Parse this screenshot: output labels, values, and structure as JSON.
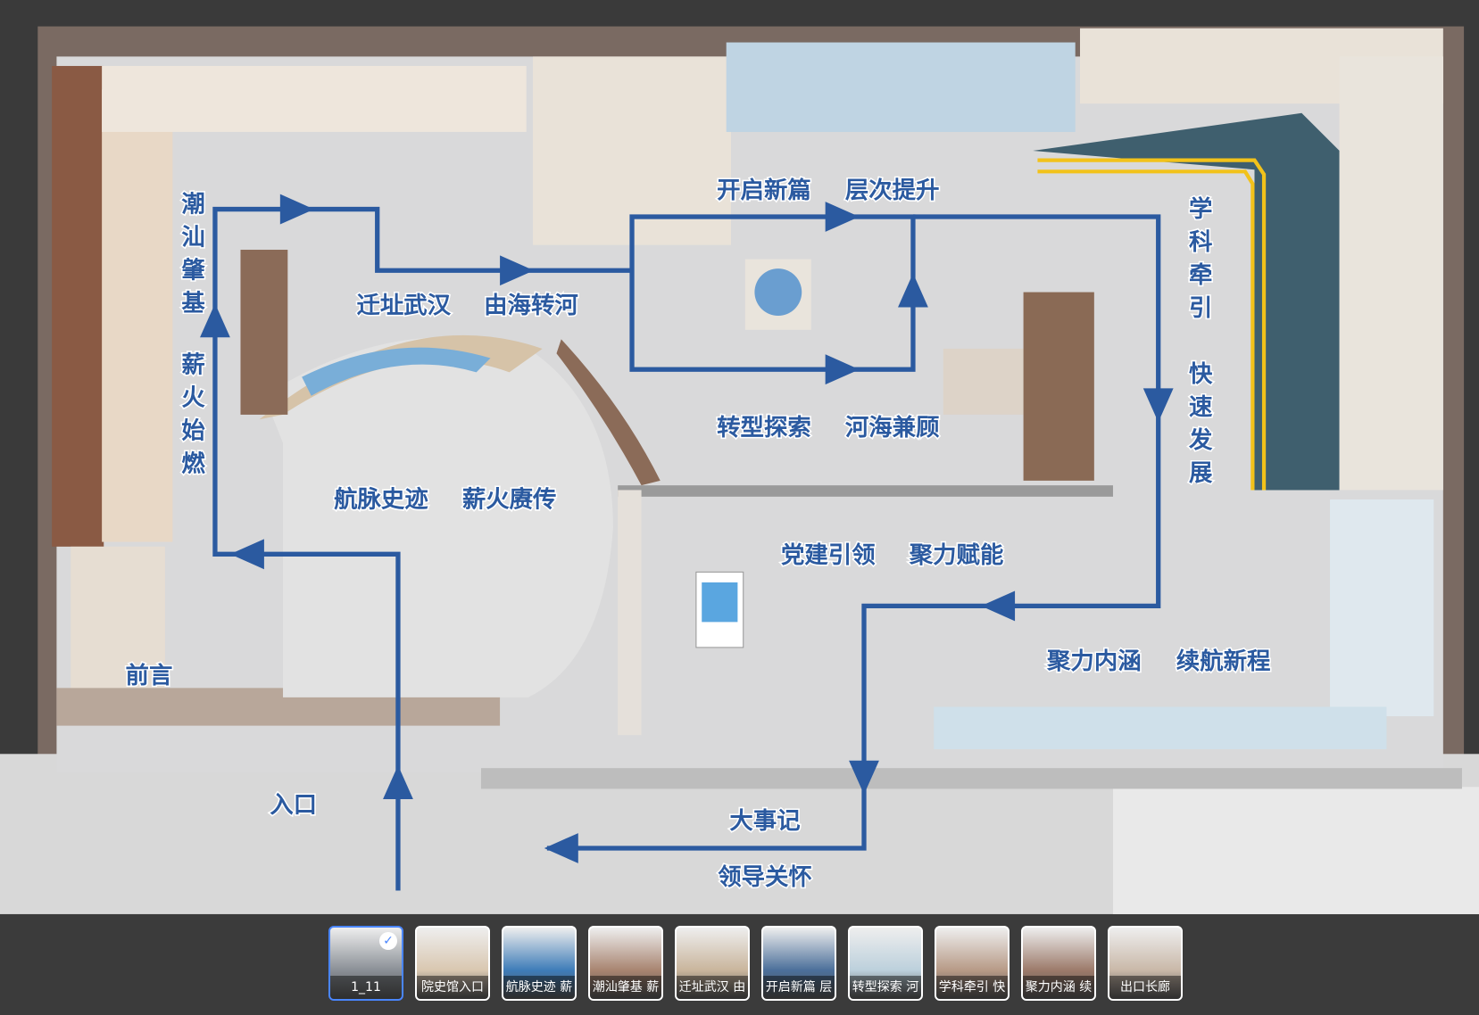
{
  "map": {
    "labels": {
      "kaiqi": "开启新篇",
      "cengci": "层次提升",
      "xueke": [
        "学",
        "科",
        "牵",
        "引"
      ],
      "kuaisu": [
        "快",
        "速",
        "发",
        "展"
      ],
      "chaoshan": [
        "潮",
        "汕",
        "肇",
        "基"
      ],
      "xinhuo": [
        "薪",
        "火",
        "始",
        "燃"
      ],
      "qianzhi": "迁址武汉",
      "youhai": "由海转河",
      "zhuanxing": "转型探索",
      "hehai": "河海兼顾",
      "hangmai": "航脉史迹",
      "xinhuogeng": "薪火赓传",
      "dangjian": "党建引领",
      "juli": "聚力赋能",
      "julinei": "聚力内涵",
      "xuhang": "续航新程",
      "qianyan": "前言",
      "rukou": "入口",
      "dashiji": "大事记",
      "lingdao": "领导关怀"
    },
    "path_color": "#2b5aa0"
  },
  "scenes": [
    {
      "label": "1_11",
      "selected": true
    },
    {
      "label": "院史馆入口"
    },
    {
      "label": "航脉史迹 薪"
    },
    {
      "label": "潮汕肇基 薪"
    },
    {
      "label": "迁址武汉 由"
    },
    {
      "label": "开启新篇 层"
    },
    {
      "label": "转型探索 河"
    },
    {
      "label": "学科牵引 快"
    },
    {
      "label": "聚力内涵 续"
    },
    {
      "label": "出口长廊"
    }
  ]
}
